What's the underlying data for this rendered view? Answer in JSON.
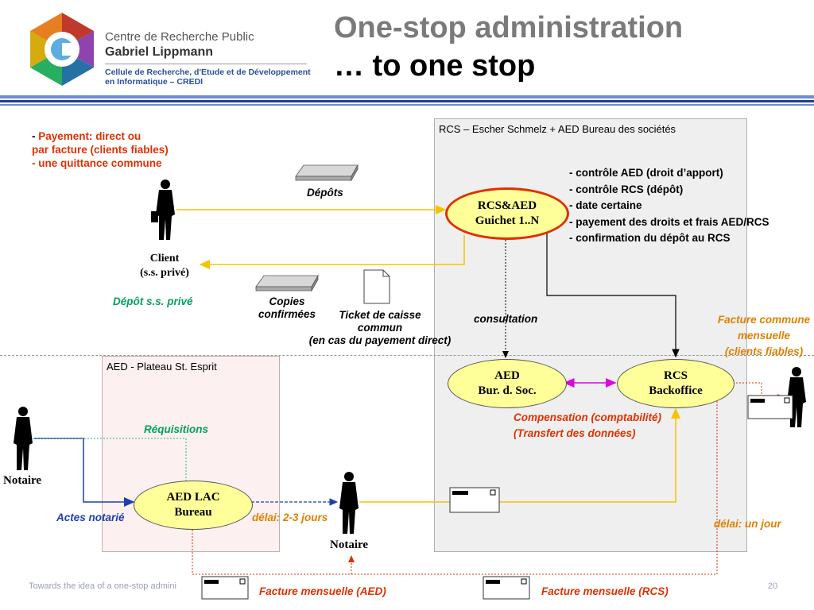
{
  "logo": {
    "line1": "Centre de Recherche Public",
    "line2": "Gabriel Lippmann",
    "line3": "Cellule de Recherche, d'Etude et de Développement",
    "line4": "en Informatique – CREDI"
  },
  "title": {
    "line1": "One-stop administration",
    "line2": "… to one stop"
  },
  "rcs_box": {
    "label": "RCS – Escher Schmelz + AED Bureau des sociétés"
  },
  "aed_box": {
    "label": "AED - Plateau St. Esprit"
  },
  "payment_notes": [
    "- ",
    "Payement: direct ou",
    "par facture (clients fiables)",
    "- une quittance commune"
  ],
  "control_list": [
    "- contrôle AED (droit d’apport)",
    "- contrôle RCS (dépôt)",
    "- date certaine",
    "- payement des droits et frais AED/RCS",
    "- confirmation du dépôt au RCS"
  ],
  "nodes": {
    "guichet": [
      "RCS&AED",
      "Guichet 1..N"
    ],
    "aed_soc": [
      "AED",
      "Bur. d. Soc."
    ],
    "rcs_back": [
      "RCS",
      "Backoffice"
    ],
    "aed_lac": [
      "AED LAC",
      "Bureau"
    ]
  },
  "labels": {
    "depots": "Dépôts",
    "client": [
      "Client",
      "(s.s. privé)"
    ],
    "depot_prive": "Dépôt s.s. privé",
    "copies": [
      "Copies",
      "confirmées"
    ],
    "ticket": [
      "Ticket de caisse",
      "commun",
      "(en cas du payement direct)"
    ],
    "consultation": "consultation",
    "facture_commune": [
      "Facture commune",
      "mensuelle",
      "(clients fiables)"
    ],
    "compensation": [
      "Compensation (comptabilité)",
      "(Transfert des données)"
    ],
    "requisitions": "Réquisitions",
    "notaire_left": "Notaire",
    "actes": "Actes notarié",
    "delai_23": "délai: 2-3 jours",
    "notaire_mid": "Notaire",
    "delai_jour": "délai: un jour",
    "facture_aed": "Facture mensuelle (AED)",
    "facture_rcs": "Facture mensuelle (RCS)"
  },
  "footer": {
    "left": "Towards the idea of a one-stop admini",
    "page": "20"
  },
  "colors": {
    "accent_blue": "#4a6fc0",
    "arrow_yellow": "#f5c400",
    "arrow_red": "#e03000",
    "node_fill": "#ffff99"
  }
}
